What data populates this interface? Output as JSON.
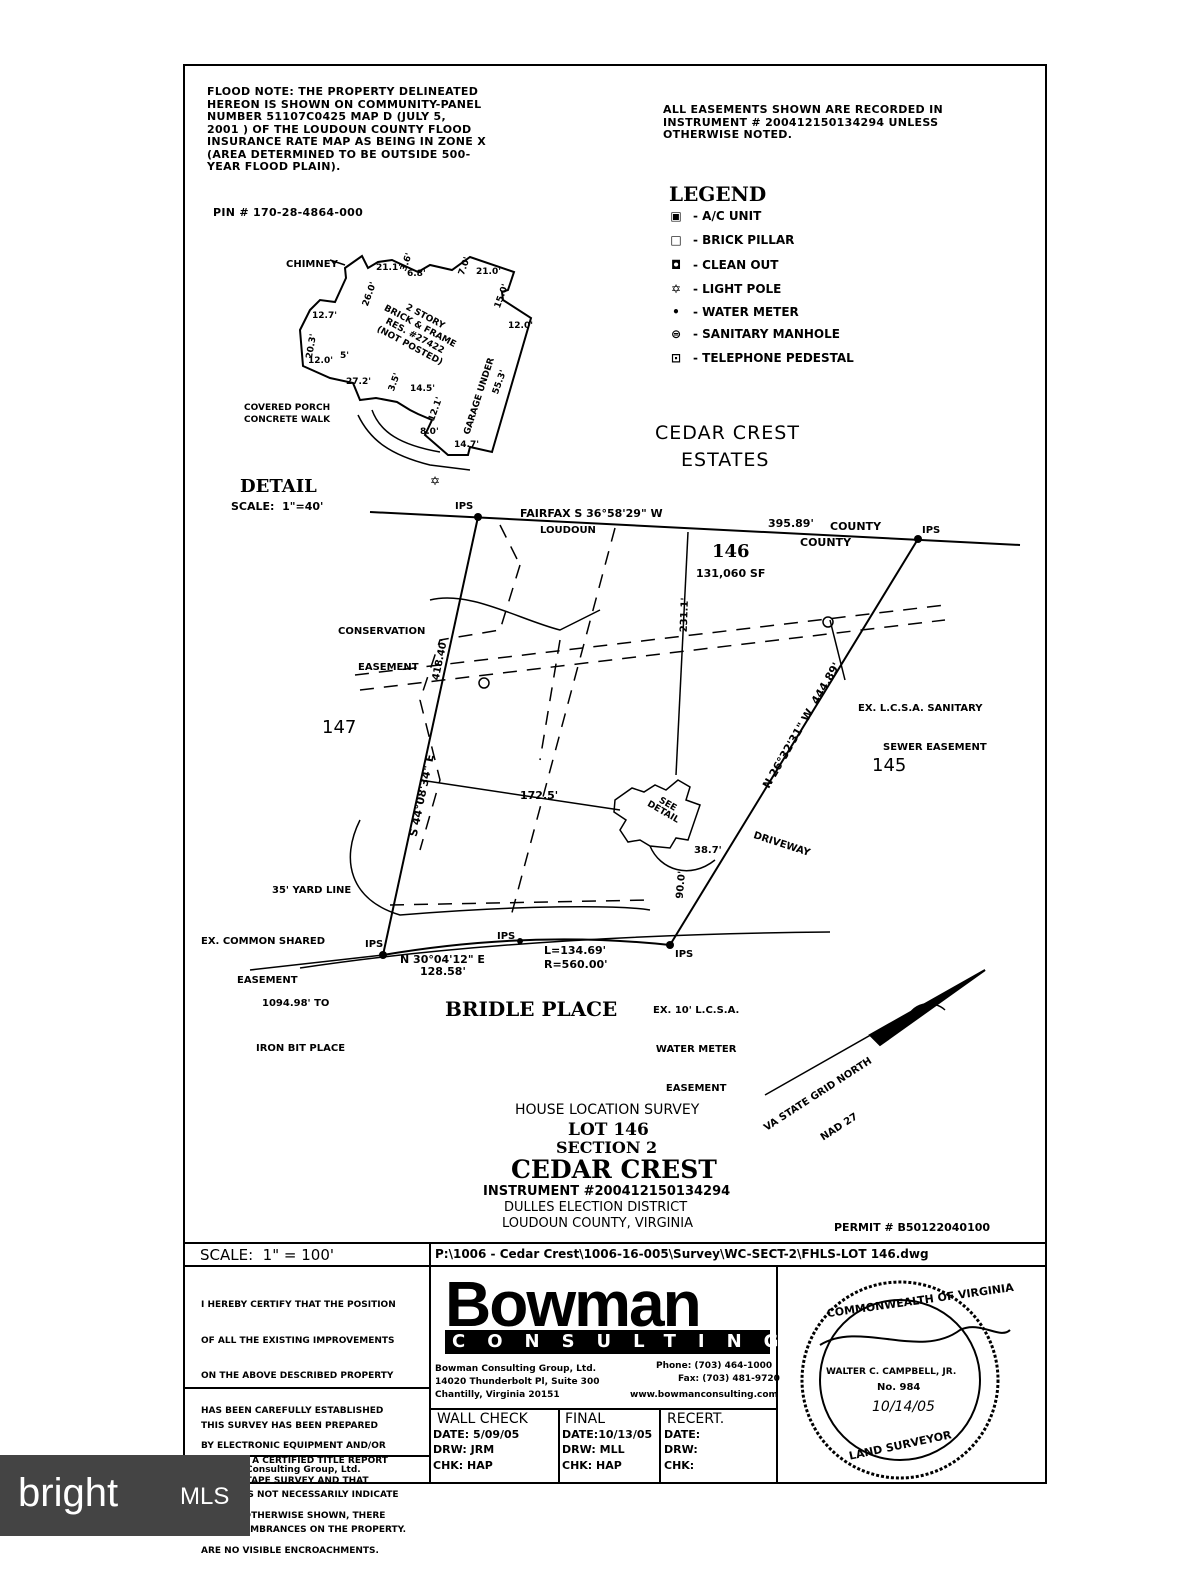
{
  "flood_note": [
    "FLOOD NOTE: THE PROPERTY DELINEATED",
    "HEREON IS SHOWN ON COMMUNITY-PANEL",
    "NUMBER 51107C0425  MAP D (JULY 5,",
    "2001 ) OF THE LOUDOUN COUNTY FLOOD",
    "INSURANCE RATE MAP AS BEING IN ZONE X",
    "(AREA DETERMINED TO BE OUTSIDE 500-",
    "YEAR FLOOD PLAIN)."
  ],
  "pin": "PIN # 170-28-4864-000",
  "easement_note": [
    "ALL EASEMENTS SHOWN ARE RECORDED IN",
    "INSTRUMENT # 200412150134294 UNLESS",
    "OTHERWISE NOTED."
  ],
  "legend": {
    "title": "LEGEND",
    "items": [
      {
        "symbol": "▣",
        "label": "- A/C UNIT"
      },
      {
        "symbol": "□",
        "label": "- BRICK PILLAR"
      },
      {
        "symbol": "◘",
        "label": "- CLEAN OUT"
      },
      {
        "symbol": "✡",
        "label": "- LIGHT POLE"
      },
      {
        "symbol": "•",
        "label": "- WATER METER"
      },
      {
        "symbol": "⊜",
        "label": "- SANITARY MANHOLE"
      },
      {
        "symbol": "⊡",
        "label": "- TELEPHONE PEDESTAL"
      }
    ]
  },
  "detail": {
    "title": "DETAIL",
    "scale": "SCALE:  1\"=40'",
    "house": [
      "2 STORY",
      "BRICK & FRAME",
      "RES. #27422",
      "(NOT POSTED)"
    ],
    "chimney": "CHIMNEY",
    "porch": "COVERED PORCH",
    "walk": "CONCRETE WALK",
    "garage": "GARAGE UNDER",
    "dims": [
      "21.1'",
      "3.6'",
      "6.8'",
      "7.0'",
      "21.0'",
      "15.0'",
      "26.0'",
      "12.0'",
      "12.7'",
      "20.3'",
      "12.0'",
      "5'",
      "27.2'",
      "3.5'",
      "14.5'",
      "55.3'",
      "12.1'",
      "8.0'",
      "14.7'"
    ]
  },
  "subdivision": [
    "CEDAR CREST",
    "ESTATES"
  ],
  "plat": {
    "lot": "146",
    "area": "131,060 SF",
    "bearing_top": "FAIRFAX S 36°58'29\" W",
    "loudoun": "LOUDOUN",
    "dist_top": "395.89'",
    "county1": "COUNTY",
    "county2": "COUNTY",
    "ips": "IPS",
    "dim_231": "231.1'",
    "dim_418": "418.40'",
    "dim_1725": "172.5'",
    "dim_387": "38.7'",
    "dim_900": "90.0'",
    "bearing_left": "S 44°08'34\" E",
    "bearing_right": "N 26°32'31\" W  444.89'",
    "bearing_bottom": "N 30°04'12\" E",
    "dist_bottom": "128.58'",
    "curve_l": "L=134.69'",
    "curve_r": "R=560.00'",
    "see_detail": "SEE DETAIL",
    "conservation": [
      "CONSERVATION",
      "EASEMENT"
    ],
    "sewer": [
      "EX. L.C.S.A. SANITARY",
      "SEWER EASEMENT"
    ],
    "driveway": "DRIVEWAY",
    "yard": "35' YARD LINE",
    "common": [
      "EX. COMMON SHARED",
      "EASEMENT"
    ],
    "to_iron": [
      "1094.98' TO",
      "IRON BIT PLACE"
    ],
    "water": [
      "EX. 10' L.C.S.A.",
      "WATER METER",
      "EASEMENT"
    ],
    "street": "BRIDLE PLACE",
    "lot147": "147",
    "lot145": "145",
    "north": [
      "VA STATE GRID NORTH",
      "NAD 27"
    ]
  },
  "title_block": {
    "survey": "HOUSE LOCATION SURVEY",
    "lot": "LOT 146",
    "section": "SECTION 2",
    "name": "CEDAR CREST",
    "instrument": "INSTRUMENT #200412150134294",
    "district": "DULLES ELECTION DISTRICT",
    "county": "LOUDOUN COUNTY, VIRGINIA",
    "permit": "PERMIT # B50122040100",
    "scale": "SCALE:  1\" = 100'",
    "path": "P:\\1006 - Cedar Crest\\1006-16-005\\Survey\\WC-SECT-2\\FHLS-LOT 146.dwg",
    "certify": [
      "I HEREBY CERTIFY THAT THE POSITION",
      "OF ALL THE EXISTING IMPROVEMENTS",
      "ON THE ABOVE DESCRIBED PROPERTY",
      "HAS BEEN CAREFULLY ESTABLISHED",
      "BY ELECTRONIC EQUIPMENT AND/OR",
      "TRANSIT-TAPE SURVEY AND THAT",
      "UNLESS OTHERWISE SHOWN, THERE",
      "ARE NO VISIBLE ENCROACHMENTS."
    ],
    "title_report": [
      "THIS SURVEY HAS BEEN PREPARED",
      "WITHOUT A CERTIFIED TITLE REPORT",
      "AND DOES NOT NECESSARILY INDICATE",
      "ALL ENCUMBRANCES ON THE PROPERTY."
    ],
    "copyright": "Consulting Group, Ltd.",
    "firm": {
      "logo": "Bowman",
      "sub": "CONSULTING",
      "name": "Bowman Consulting Group, Ltd.",
      "addr1": "14020 Thunderbolt Pl, Suite 300",
      "addr2": "Chantilly, Virginia 20151",
      "phone": "Phone: (703) 464-1000",
      "fax": "Fax: (703) 481-9720",
      "web": "www.bowmanconsulting.com"
    },
    "wall_check": {
      "title": "WALL CHECK",
      "date": "DATE: 5/09/05",
      "drw": "DRW: JRM",
      "chk": "CHK: HAP"
    },
    "final": {
      "title": "FINAL",
      "date": "DATE:10/13/05",
      "drw": "DRW: MLL",
      "chk": "CHK: HAP"
    },
    "recert": {
      "title": "RECERT.",
      "date": "DATE:",
      "drw": "DRW:",
      "chk": "CHK:"
    },
    "seal": {
      "top": "COMMONWEALTH OF VIRGINIA",
      "name": "WALTER C. CAMPBELL, JR.",
      "no": "No. 984",
      "date": "10/14/05",
      "bottom": "LAND SURVEYOR"
    }
  },
  "watermark": {
    "brand": "bright",
    "mls": "MLS"
  }
}
